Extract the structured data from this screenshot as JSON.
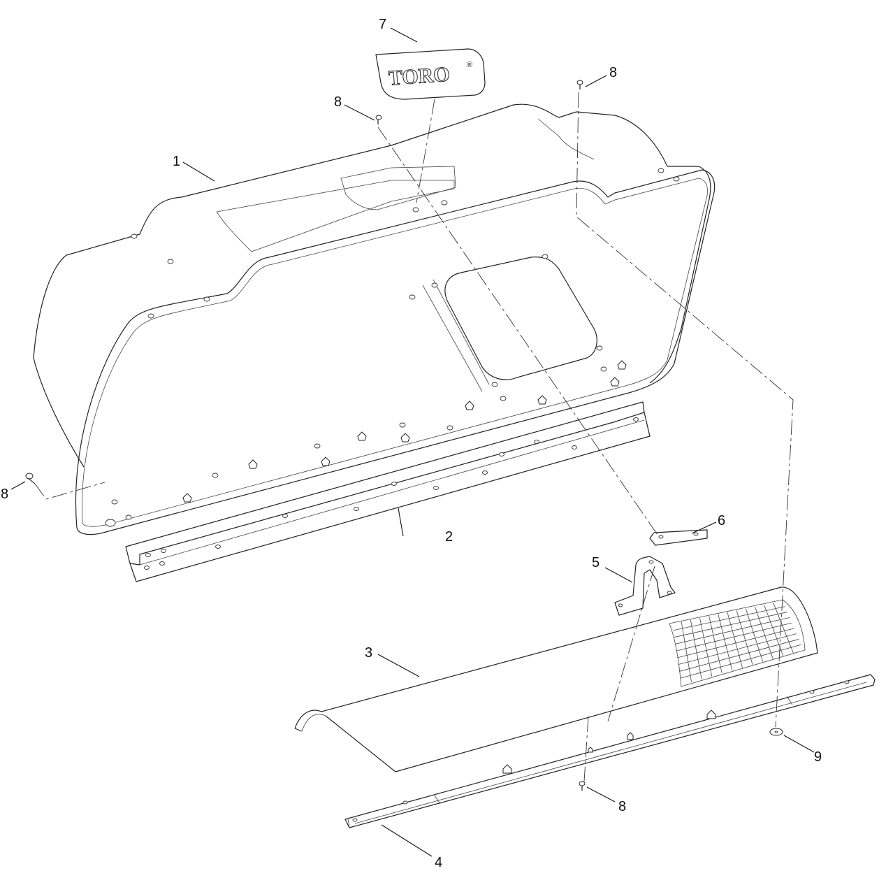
{
  "logo": {
    "text": "TORO",
    "mark": "®"
  },
  "callouts": [
    {
      "id": "c1",
      "label": "1"
    },
    {
      "id": "c2",
      "label": "2"
    },
    {
      "id": "c3",
      "label": "3"
    },
    {
      "id": "c4",
      "label": "4"
    },
    {
      "id": "c5",
      "label": "5"
    },
    {
      "id": "c6",
      "label": "6"
    },
    {
      "id": "c7",
      "label": "7"
    },
    {
      "id": "c8a",
      "label": "8"
    },
    {
      "id": "c8b",
      "label": "8"
    },
    {
      "id": "c8c",
      "label": "8"
    },
    {
      "id": "c8d",
      "label": "8"
    },
    {
      "id": "c9",
      "label": "9"
    }
  ]
}
